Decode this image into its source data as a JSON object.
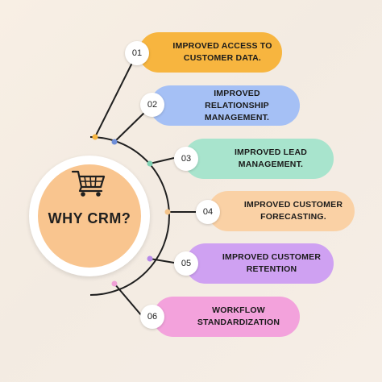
{
  "center": {
    "title": "WHY CRM?",
    "icon": "shopping-cart-icon"
  },
  "items": [
    {
      "number": "01",
      "text": "IMPROVED ACCESS TO\nCUSTOMER DATA.",
      "color": "#f7b53f"
    },
    {
      "number": "02",
      "text": "IMPROVED RELATIONSHIP\nMANAGEMENT.",
      "color": "#a5c0f5"
    },
    {
      "number": "03",
      "text": "IMPROVED LEAD\nMANAGEMENT.",
      "color": "#a8e4cd"
    },
    {
      "number": "04",
      "text": "IMPROVED CUSTOMER\nFORECASTING.",
      "color": "#fad1a5"
    },
    {
      "number": "05",
      "text": "IMPROVED CUSTOMER\nRETENTION",
      "color": "#cfa1f2"
    },
    {
      "number": "06",
      "text": "WORKFLOW\nSTANDARDIZATION",
      "color": "#f3a2dc"
    }
  ],
  "accent_dots": [
    "#f7b53f",
    "#6f8fd8",
    "#7fd1b2",
    "#f4c48a",
    "#b78ae8",
    "#f0a0d6"
  ]
}
